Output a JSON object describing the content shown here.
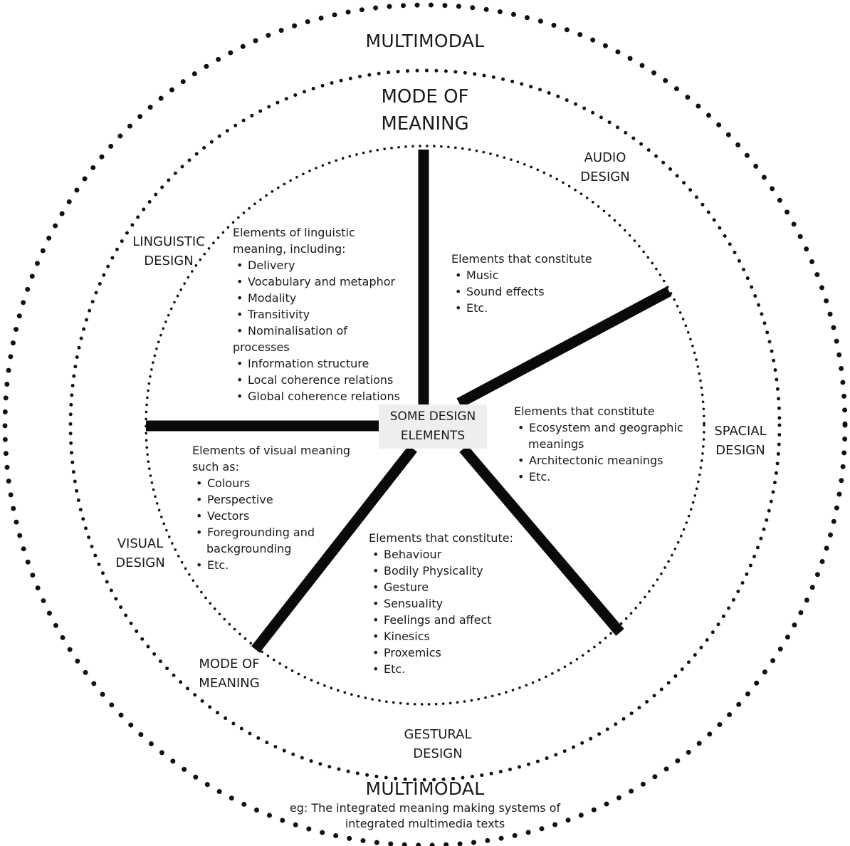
{
  "diagram": {
    "outer_top": "MULTIMODAL",
    "outer_bottom": "MULTIMODAL",
    "outer_bottom_note_line1": "eg: The integrated meaning making systems of",
    "outer_bottom_note_line2": "integrated multimedia texts",
    "mode_top_line1": "MODE OF",
    "mode_top_line2": "MEANING",
    "mode_small_line1": "MODE OF",
    "mode_small_line2": "MEANING",
    "center_line1": "SOME DESIGN",
    "center_line2": "ELEMENTS",
    "sections": {
      "linguistic": {
        "title_line1": "LINGUISTIC",
        "title_line2": "DESIGN",
        "intro_line1": "Elements of linguistic",
        "intro_line2": "meaning, including:",
        "items": [
          "Delivery",
          "Vocabulary and metaphor",
          "Modality",
          "Transitivity",
          "Nominalisation of",
          "processes",
          "Information structure",
          "Local coherence relations",
          "Global coherence relations"
        ]
      },
      "audio": {
        "title_line1": "AUDIO",
        "title_line2": "DESIGN",
        "intro": "Elements that constitute",
        "items": [
          "Music",
          "Sound effects",
          "Etc."
        ]
      },
      "spacial": {
        "title_line1": "SPACIAL",
        "title_line2": "DESIGN",
        "intro": "Elements that constitute",
        "items": [
          "Ecosystem and geographic",
          "meanings",
          "Architectonic meanings",
          "Etc."
        ]
      },
      "visual": {
        "title_line1": "VISUAL",
        "title_line2": "DESIGN",
        "intro_line1": "Elements of visual meaning",
        "intro_line2": "such as:",
        "items": [
          "Colours",
          "Perspective",
          "Vectors",
          "Foregrounding and",
          "backgrounding",
          "Etc."
        ]
      },
      "gestural": {
        "title_line1": "GESTURAL",
        "title_line2": "DESIGN",
        "intro": "Elements that constitute:",
        "items": [
          "Behaviour",
          "Bodily Physicality",
          "Gesture",
          "Sensuality",
          "Feelings and affect",
          "Kinesics",
          "Proxemics",
          "Etc."
        ]
      }
    }
  }
}
